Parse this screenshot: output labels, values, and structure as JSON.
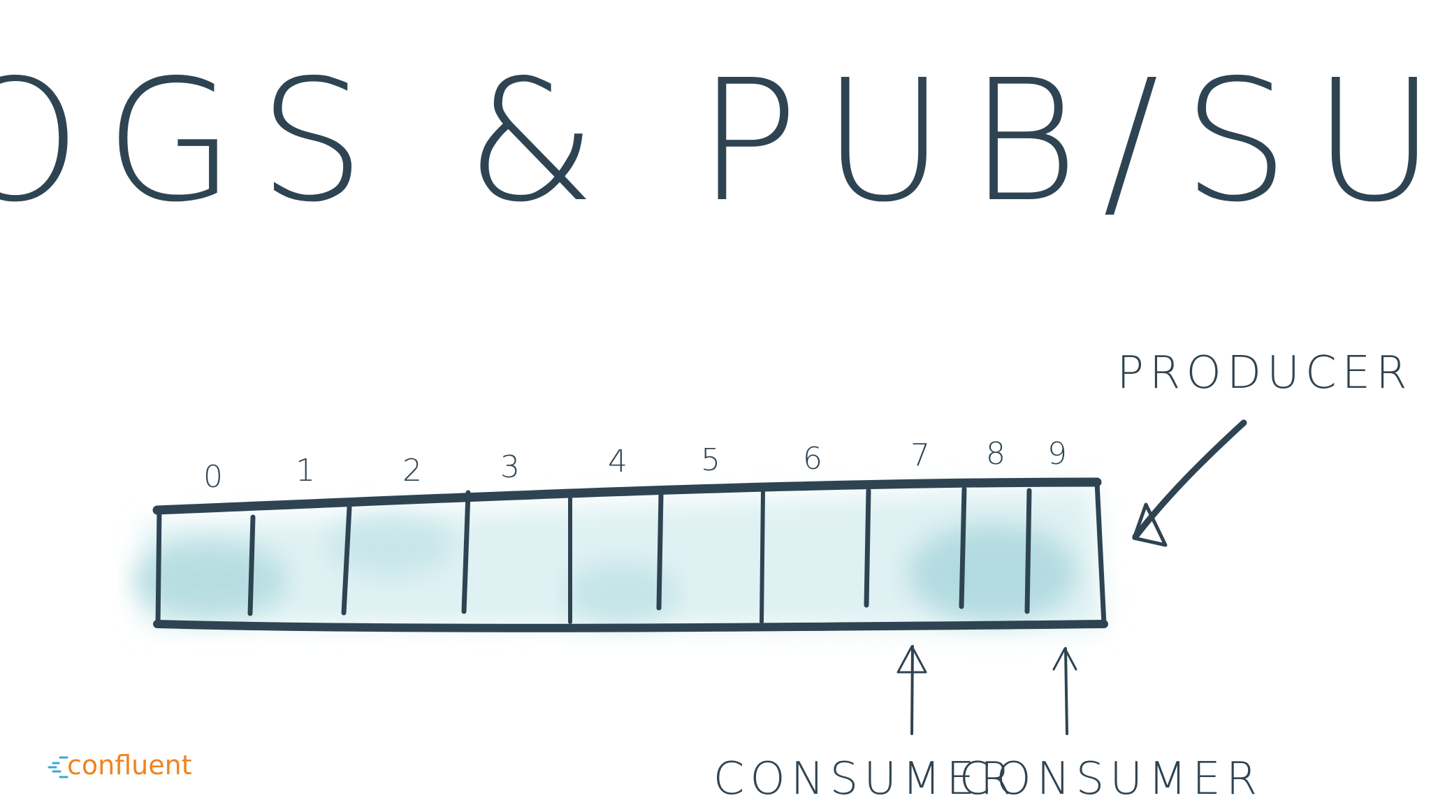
{
  "title": "LOGS &  PUB/SUB",
  "log": {
    "offsets": [
      "0",
      "1",
      "2",
      "3",
      "4",
      "5",
      "6",
      "7",
      "8",
      "9"
    ]
  },
  "labels": {
    "producer": "PRODUCER",
    "consumer_1": "CONSUMER",
    "consumer_2": "CONSUMER"
  },
  "brand": {
    "name": "confluent",
    "color": "#f2821f"
  },
  "colors": {
    "ink": "#2f4452",
    "fill": "#bfe3e6"
  }
}
